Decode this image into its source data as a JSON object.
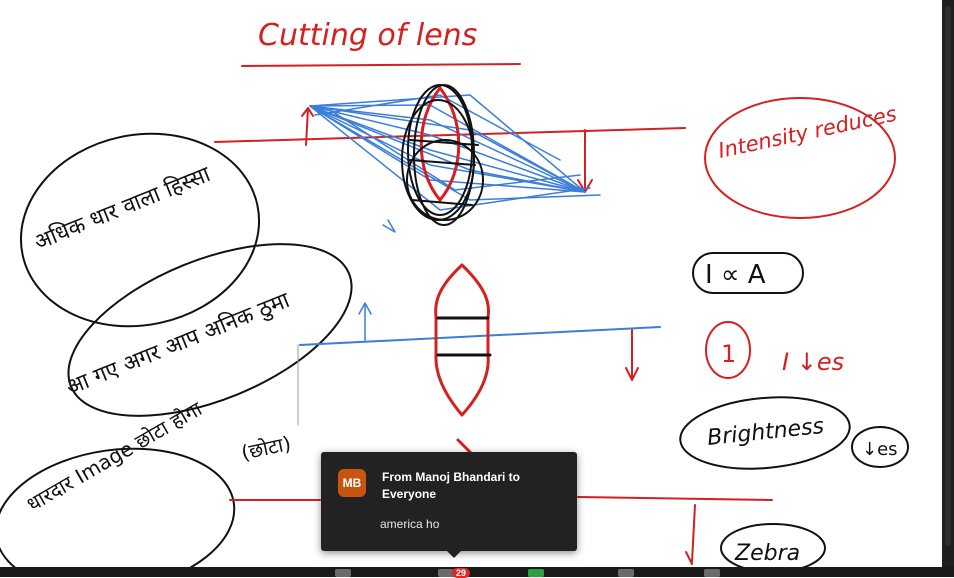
{
  "board": {
    "title": "Cutting of lens",
    "notes": {
      "intensity": "Intensity reduces",
      "proportional": "I ∝ A",
      "step": "1",
      "i_decrease": "I ↓es",
      "brightness": "Brightness",
      "brightness_decrease": "↓es",
      "zebra": "Zebra",
      "hindi_note_1": "अधिक धार वाला हिस्सा",
      "hindi_note_2": "आ गए अगर आप अनिक ठुमा",
      "hindi_note_3": "(छोटा)",
      "hindi_note_4": "धारदार Image छोटा होगा"
    },
    "colors": {
      "red_ink": "#d42020",
      "blue_ink": "#3a7ed8",
      "black_ink": "#111111"
    }
  },
  "chat_notification": {
    "avatar_initials": "MB",
    "sender_line": "From Manoj Bhandari to Everyone",
    "message": "america ho",
    "avatar_color": "#c9540f"
  },
  "toolbar": {
    "chat_badge_count": "29"
  }
}
